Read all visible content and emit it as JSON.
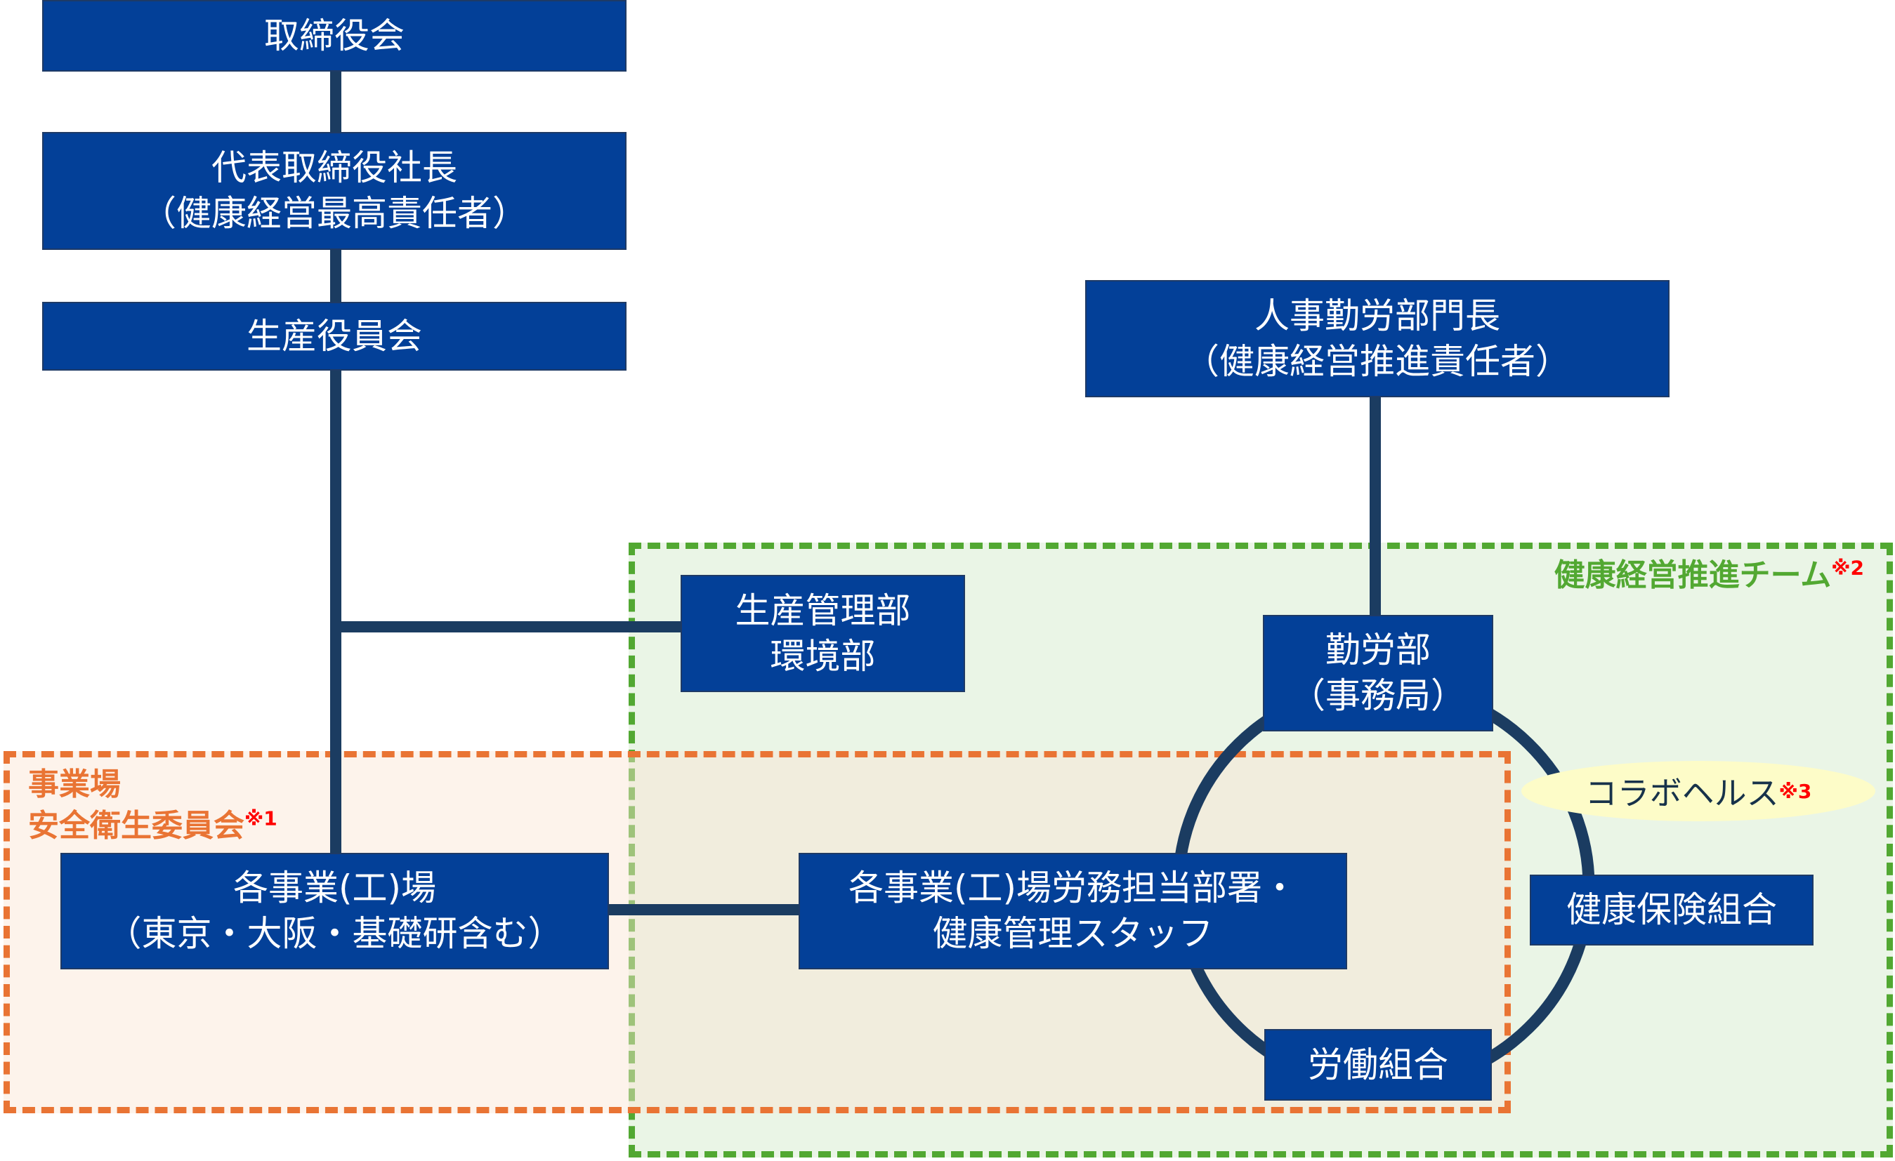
{
  "colors": {
    "box_fill": "#034098",
    "connector": "#1b3c61",
    "team_zone_border": "#52a832",
    "team_zone_fill": "#eaf5e6",
    "committee_zone_border": "#e97434",
    "committee_zone_fill": "#fcefe6",
    "footnote_mark": "#ff0000",
    "collab_fill": "#fdfcc8"
  },
  "nodes": {
    "board": {
      "line1": "取締役会"
    },
    "president": {
      "line1": "代表取締役社長",
      "line2": "（健康経営最高責任者）"
    },
    "production_board": {
      "line1": "生産役員会"
    },
    "hr_head": {
      "line1": "人事勤労部門長",
      "line2": "（健康経営推進責任者）"
    },
    "production_mgmt": {
      "line1": "生産管理部",
      "line2": "環境部"
    },
    "labor_dept": {
      "line1": "勤労部",
      "line2": "（事務局）"
    },
    "sites": {
      "line1": "各事業(工)場",
      "line2": "（東京・大阪・基礎研含む）"
    },
    "site_staff": {
      "line1": "各事業(工)場労務担当部署・",
      "line2": "健康管理スタッフ"
    },
    "health_insurance": {
      "line1": "健康保険組合"
    },
    "labor_union": {
      "line1": "労働組合"
    }
  },
  "zones": {
    "team": {
      "label": "健康経営推進チーム",
      "note": "※2"
    },
    "committee": {
      "label_line1": "事業場",
      "label_line2": "安全衛生委員会",
      "note": "※1"
    }
  },
  "collab": {
    "label": "コラボヘルス",
    "note": "※3"
  }
}
